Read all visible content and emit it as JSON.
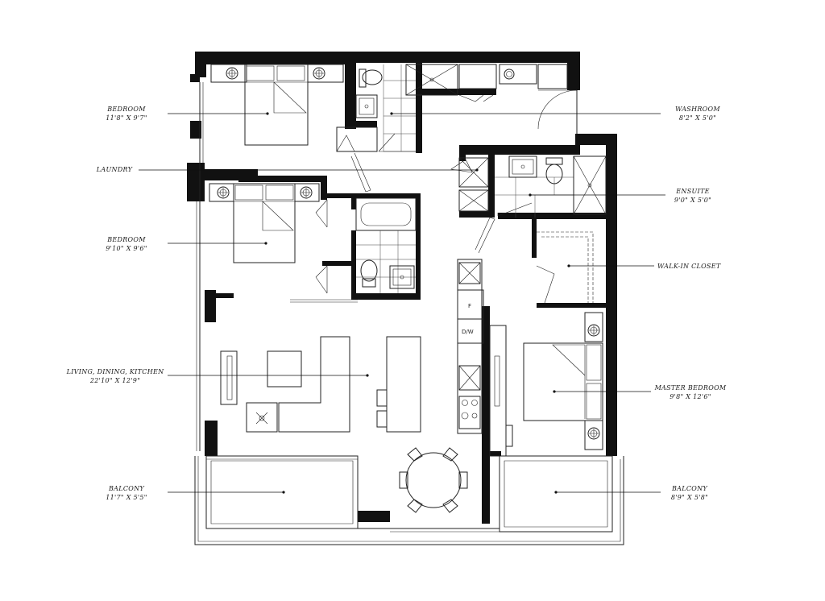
{
  "labels": {
    "bedroom1": {
      "name": "BEDROOM",
      "dim": "11'8\" X 9'7\""
    },
    "laundry": {
      "name": "LAUNDRY",
      "dim": ""
    },
    "bedroom2": {
      "name": "BEDROOM",
      "dim": "9'10\" X 9'6\""
    },
    "living": {
      "name": "LIVING, DINING, KITCHEN",
      "dim": "22'10\" X 12'9\""
    },
    "balcony1": {
      "name": "BALCONY",
      "dim": "11'7\" X 5'5\""
    },
    "washroom": {
      "name": "WASHROOM",
      "dim": "8'2\" X 5'0\""
    },
    "ensuite": {
      "name": "ENSUITE",
      "dim": "9'0\" X 5'0\""
    },
    "walkin": {
      "name": "WALK-IN CLOSET",
      "dim": ""
    },
    "master": {
      "name": "MASTER BEDROOM",
      "dim": "9'8\" X 12'6\""
    },
    "balcony2": {
      "name": "BALCONY",
      "dim": "8'9\" X 5'8\""
    }
  },
  "appliances": {
    "fridge": "F",
    "dishwasher": "D/W"
  }
}
